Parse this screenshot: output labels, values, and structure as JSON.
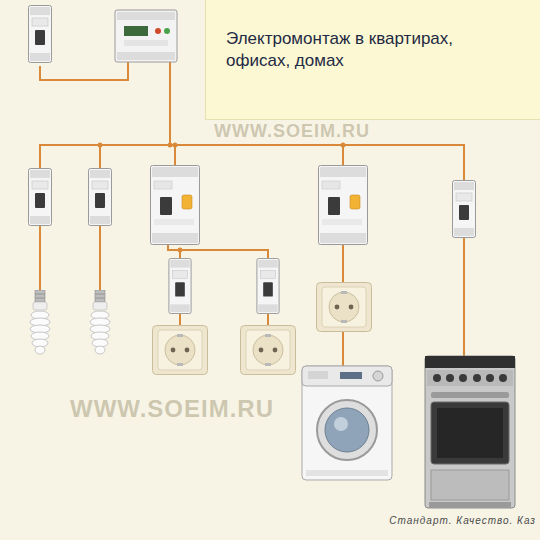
{
  "diagram": {
    "nodes": [
      {
        "text": [
          "Электромонтаж в квартирах, офисах, домах"
        ]
      }
    ],
    "labels": [
      "WWW.SOEIM.RU",
      "WWW.SOEIM.RU",
      "Стандарт. Качество. Каз"
    ]
  }
}
